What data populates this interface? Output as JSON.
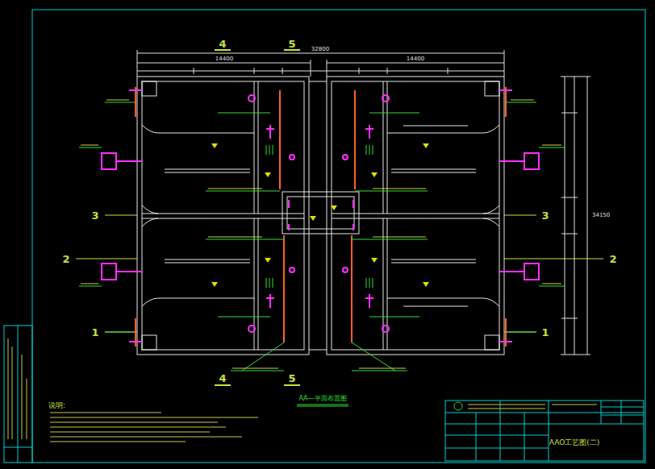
{
  "diagram": {
    "title": "AAO工艺图(二)",
    "caption": "AA—平面布置图",
    "labels": [
      "4",
      "5",
      "4",
      "5",
      "3",
      "3",
      "2",
      "2",
      "1",
      "1",
      "32800",
      "14400",
      "14400",
      "34150",
      "说明:"
    ]
  }
}
